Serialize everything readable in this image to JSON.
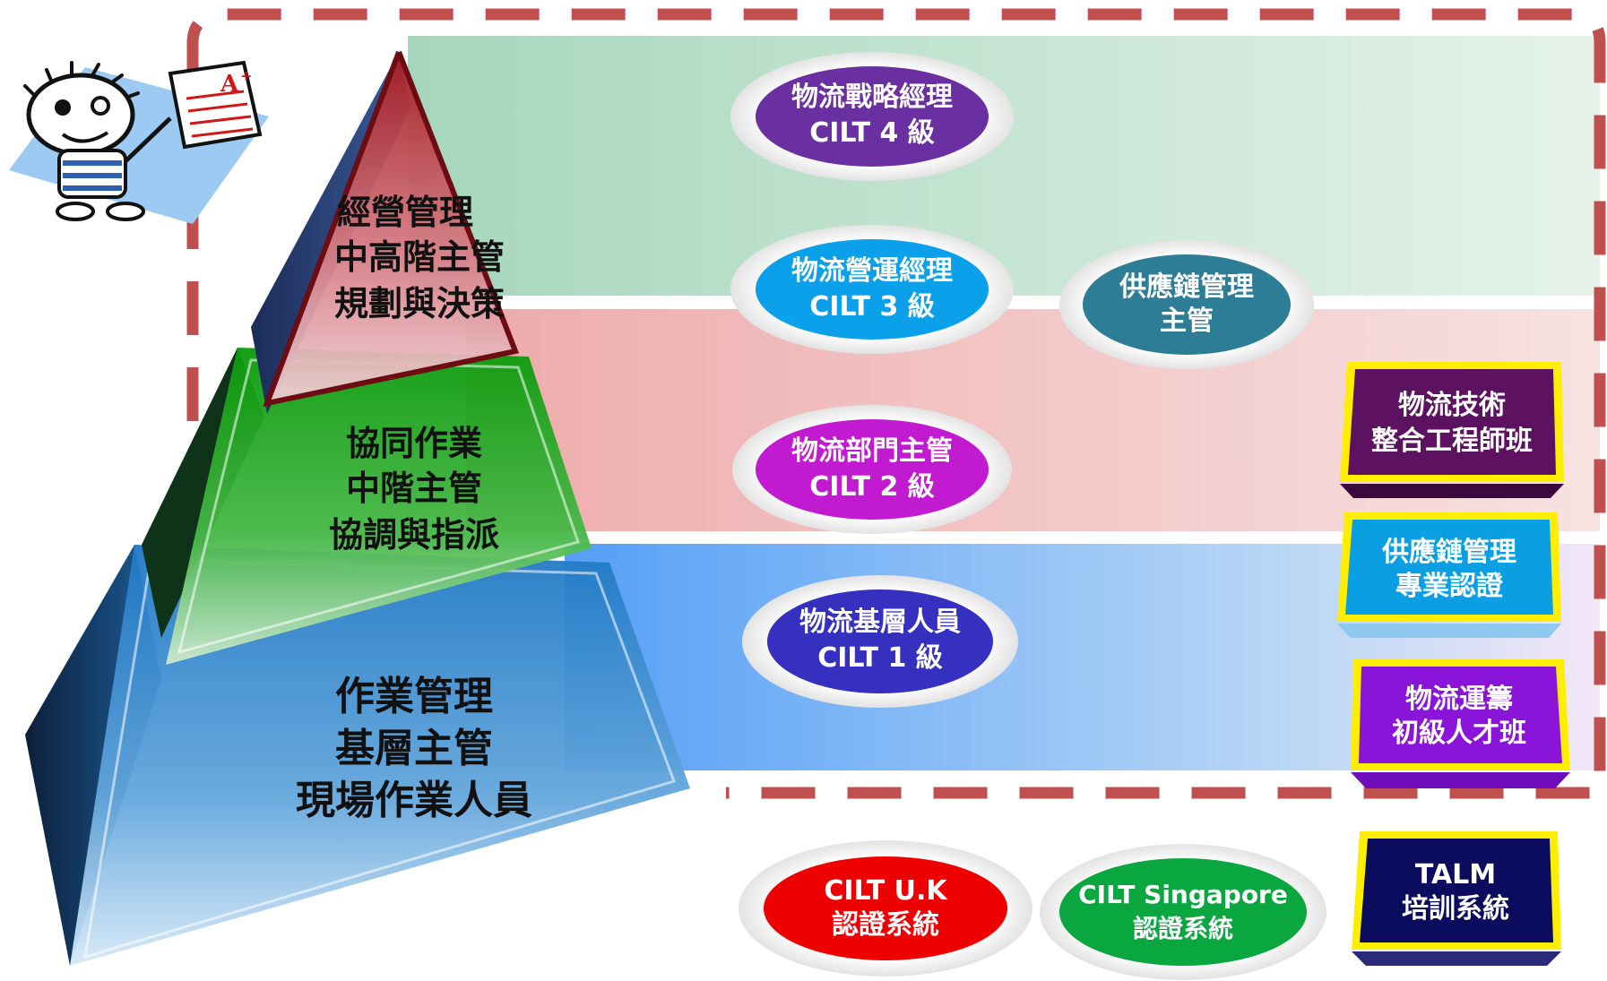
{
  "pyramid": {
    "top": {
      "line1": "經營管理",
      "line2": "中高階主管",
      "line3": "規劃與決策"
    },
    "middle": {
      "line1": "協同作業",
      "line2": "中階主管",
      "line3": "協調與指派"
    },
    "bottom": {
      "line1": "作業管理",
      "line2": "基層主管",
      "line3": "現場作業人員"
    }
  },
  "levels": {
    "cilt4": {
      "line1": "物流戰略經理",
      "line2": "CILT 4 級"
    },
    "cilt3": {
      "line1": "物流營運經理",
      "line2": "CILT 3 級"
    },
    "scm": {
      "line1": "供應鏈管理",
      "line2": "主管"
    },
    "cilt2": {
      "line1": "物流部門主管",
      "line2": "CILT 2 級"
    },
    "cilt1": {
      "line1": "物流基層人員",
      "line2": "CILT 1 級"
    }
  },
  "courses": {
    "tech": {
      "line1": "物流技術",
      "line2": "整合工程師班"
    },
    "scm_cert": {
      "line1": "供應鏈管理",
      "line2": "專業認證"
    },
    "junior": {
      "line1": "物流運籌",
      "line2": "初級人才班"
    }
  },
  "systems": {
    "uk": {
      "line1": "CILT U.K",
      "line2": "認證系統"
    },
    "sg": {
      "line1": "CILT Singapore",
      "line2": "認證系統"
    },
    "talm": {
      "line1": "TALM",
      "line2": "培訓系統"
    }
  },
  "colors": {
    "band_top": "#a9d8bf",
    "band_mid": "#eeaeae",
    "band_low": "#5ea8f5",
    "dash": "#c0504d",
    "pyr_top": "#c4313a",
    "pyr_mid": "#18a418",
    "pyr_low": "#2a7ec6",
    "purple": "#6a2fa0",
    "cyan": "#0aa0ea",
    "teal": "#2e7d96",
    "magenta": "#c21ad1",
    "indigo": "#3530c0",
    "red": "#ee0000",
    "green": "#0aa640",
    "navy": "#0c0c5e",
    "plum": "#5c1260",
    "violet": "#8a14d8",
    "yellow": "#ffee00"
  },
  "icons": {
    "cartoon": "student-with-paper-icon"
  }
}
